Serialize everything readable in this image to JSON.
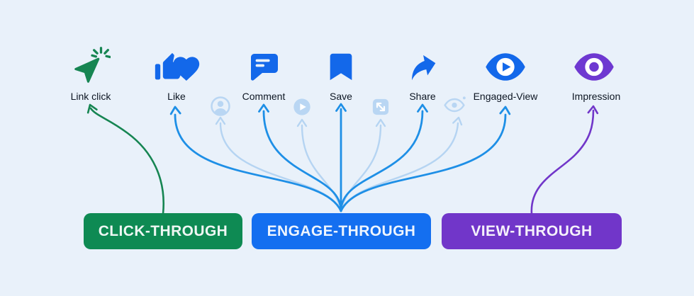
{
  "events": [
    {
      "label": "Link click",
      "icon": "cursor-click-icon",
      "color": "#0E8A53"
    },
    {
      "label": "Like",
      "icon": "thumb-heart-icon",
      "color": "#1368EA"
    },
    {
      "label": "Comment",
      "icon": "comment-bubble-icon",
      "color": "#1368EA"
    },
    {
      "label": "Save",
      "icon": "bookmark-icon",
      "color": "#1368EA"
    },
    {
      "label": "Share",
      "icon": "share-arrow-icon",
      "color": "#1368EA"
    },
    {
      "label": "Engaged-View",
      "icon": "eye-play-icon",
      "color": "#1368EA"
    },
    {
      "label": "Impression",
      "icon": "eye-pupil-icon",
      "color": "#6E38D1"
    }
  ],
  "faded_events": [
    {
      "icon": "profile-circle-icon"
    },
    {
      "icon": "play-circle-icon"
    },
    {
      "icon": "expand-arrows-icon"
    },
    {
      "icon": "eye-sparkle-icon"
    }
  ],
  "attribution_boxes": [
    {
      "label": "CLICK-THROUGH",
      "color": "#0E8A53"
    },
    {
      "label": "ENGAGE-THROUGH",
      "color": "#146FF0"
    },
    {
      "label": "VIEW-THROUGH",
      "color": "#7136C9"
    }
  ],
  "colors": {
    "background": "#E9F1FA",
    "click_arrow": "#168552",
    "engage_arrow": "#1E8FE6",
    "engage_arrow_faded": "#B5D4F2",
    "view_arrow": "#7136C9",
    "label_text": "#0D1623"
  }
}
